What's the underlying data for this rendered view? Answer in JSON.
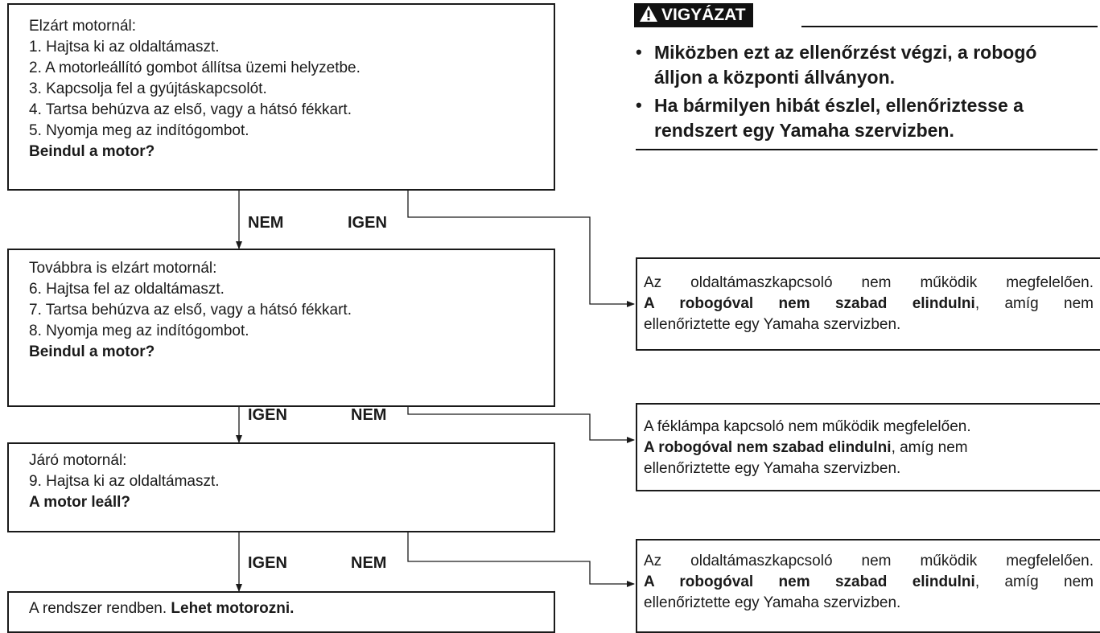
{
  "steps": [
    {
      "lines": [
        "Elzárt motornál:",
        "1. Hajtsa ki az oldaltámaszt.",
        "2. A motorleállító gombot állítsa üzemi helyzetbe.",
        "3. Kapcsolja fel a gyújtáskapcsolót.",
        "4. Tartsa behúzva az első, vagy a hátsó fékkart.",
        "5. Nyomja meg az indítógombot."
      ],
      "question": "Beindul a motor?",
      "down_label": "NEM",
      "side_label": "IGEN"
    },
    {
      "lines": [
        "Továbbra is elzárt motornál:",
        "6. Hajtsa fel az oldaltámaszt.",
        "7. Tartsa behúzva az első, vagy a hátsó fékkart.",
        "8. Nyomja meg az indítógombot."
      ],
      "question": "Beindul a motor?",
      "down_label": "IGEN",
      "side_label": "NEM"
    },
    {
      "lines": [
        "Járó motornál:",
        "9. Hajtsa ki az oldaltámaszt."
      ],
      "question": "A motor leáll?",
      "down_label": "IGEN",
      "side_label": "NEM"
    }
  ],
  "final": {
    "text": "A rendszer rendben. ",
    "bold": "Lehet motorozni."
  },
  "results": [
    {
      "line1": "Az oldaltámaszkapcsoló nem működik megfelelően.",
      "bold": "A robogóval nem szabad elindulni",
      "rest": ", amíg nem",
      "line3": "ellenőriztette egy Yamaha szervizben."
    },
    {
      "line1": "A féklámpa kapcsoló nem működik megfelelően.",
      "bold": "A robogóval nem szabad elindulni",
      "rest": ", amíg nem",
      "line3": "ellenőriztette egy Yamaha szervizben."
    },
    {
      "line1": "Az oldaltámaszkapcsoló nem működik megfelelően.",
      "bold": "A robogóval nem szabad elindulni",
      "rest": ", amíg nem",
      "line3": "ellenőriztette egy Yamaha szervizben."
    }
  ],
  "warning": {
    "title": "VIGYÁZAT",
    "items": [
      {
        "line1": "Miközben ezt az ellenőrzést végzi, a robogó",
        "line2": "álljon a központi állványon."
      },
      {
        "line1": "Ha bármilyen hibát észlel, ellenőriztesse a",
        "line2": "rendszert egy Yamaha szervizben."
      }
    ]
  }
}
